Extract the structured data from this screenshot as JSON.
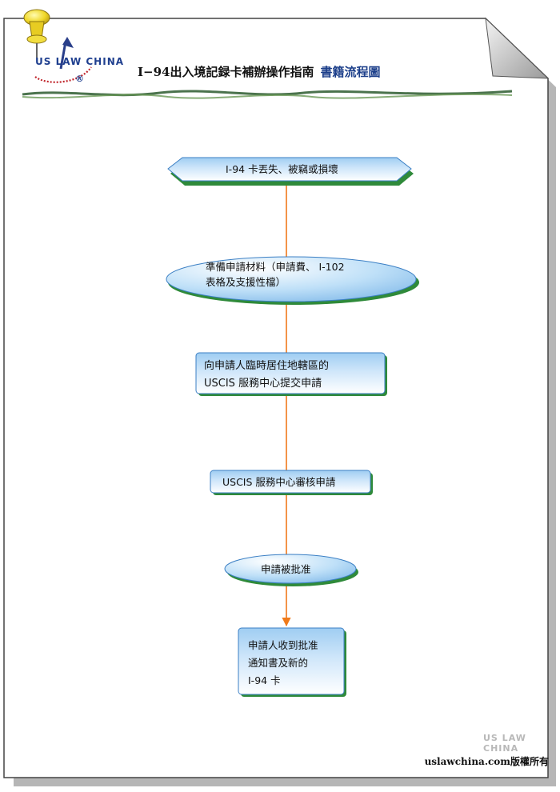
{
  "header": {
    "title": "I−94出入境記録卡補辦操作指南",
    "subtitle": "書籍流程圖",
    "logo_text": "US LAW CHINA",
    "logo_mark": "®"
  },
  "flow": {
    "step1": "I-94 卡丟失、被竊或損壞",
    "step2_line1": "準備申請材料（申請費、 I-102",
    "step2_line2": "表格及支援性檔）",
    "step3_line1": "向申請人臨時居住地轄區的",
    "step3_line2": "USCIS 服務中心提交申請",
    "step4": "USCIS 服務中心審核申請",
    "step5": "申請被批准",
    "step6_line1": "申請人收到批准",
    "step6_line2": "通知書及新的",
    "step6_line3": "I-94 卡"
  },
  "footer": {
    "watermark": "US LAW CHINA",
    "copyright": "uslawchina.com版權所有"
  },
  "colors": {
    "connector": "#f07a1a",
    "shape_fill_top": "#a9d4f5",
    "shape_fill_bottom": "#ffffff",
    "shape_stroke": "#3b7fc4",
    "shadow": "#2f8a3a",
    "title_accent": "#1c3f8a"
  }
}
